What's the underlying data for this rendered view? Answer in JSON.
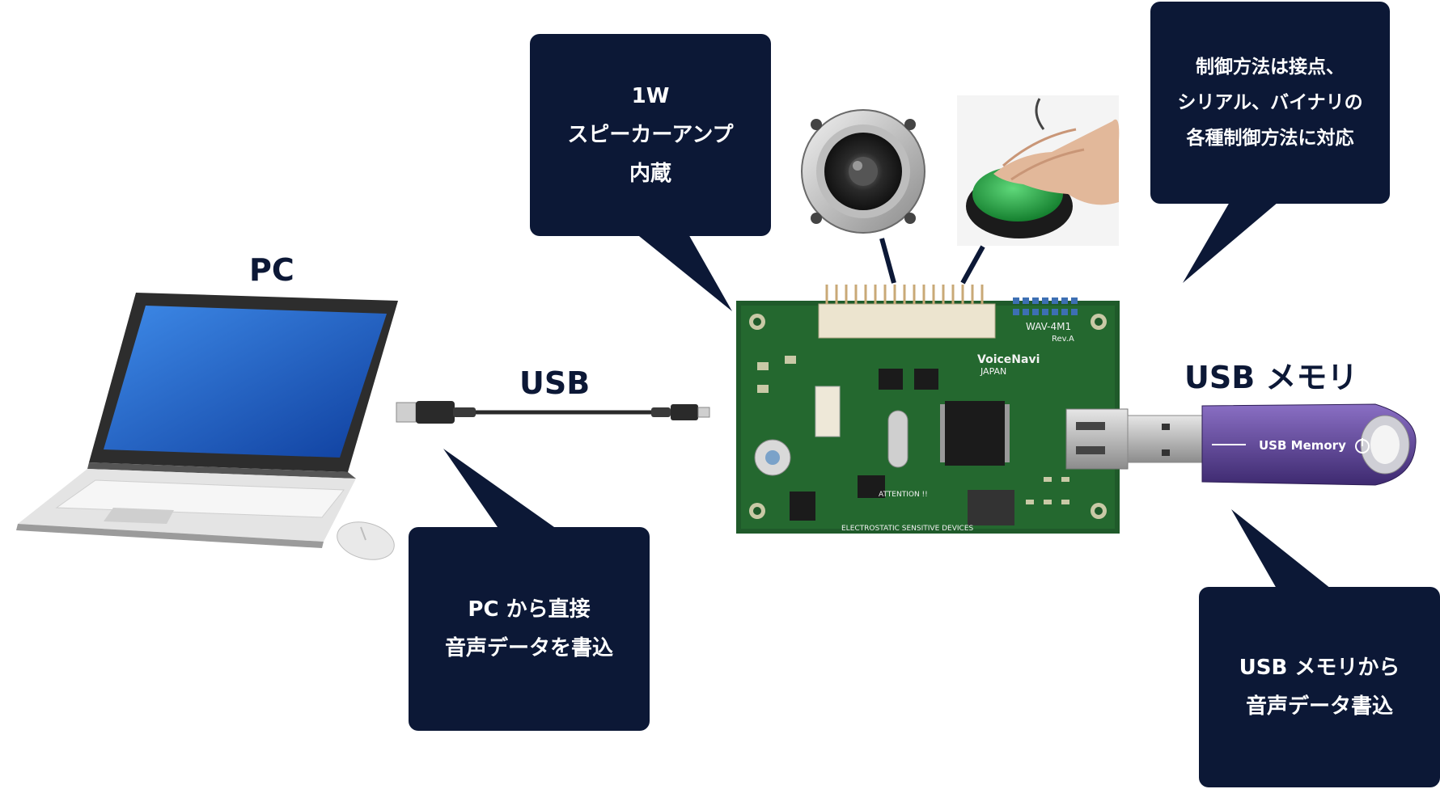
{
  "labels": {
    "pc": "PC",
    "usb": "USB",
    "usb_memory": "USB メモリ"
  },
  "callouts": {
    "speaker_amp": [
      "1W",
      "スピーカーアンプ",
      "内蔵"
    ],
    "control": [
      "制御方法は接点、",
      "シリアル、バイナリの",
      "各種制御方法に対応"
    ],
    "pc_write": [
      "PC から直接",
      "音声データを書込"
    ],
    "usb_write": [
      "USB メモリから",
      "音声データ書込"
    ]
  },
  "board": {
    "brand": "VoiceNavi",
    "country": "JAPAN",
    "model": "WAV-4M1",
    "rev": "Rev.A",
    "warning_1": "ATTENTION !!",
    "warning_2": "ELECTROSTATIC SENSITIVE DEVICES"
  },
  "usb_stick_text": "USB Memory",
  "colors": {
    "callout_bg": "#0c1836",
    "label_text": "#0c1836",
    "pcb_green": "#1f5a2a",
    "laptop_screen": "#1b63c9",
    "usb_stick_purple": "#5a3f8f",
    "button_green": "#2aa84a"
  },
  "icons": {
    "laptop": "laptop-icon",
    "mouse": "mouse-icon",
    "usb_cable": "usb-cable-icon",
    "speaker": "speaker-icon",
    "push_button": "push-button-icon",
    "board": "circuit-board-icon",
    "usb_stick": "usb-stick-icon"
  }
}
